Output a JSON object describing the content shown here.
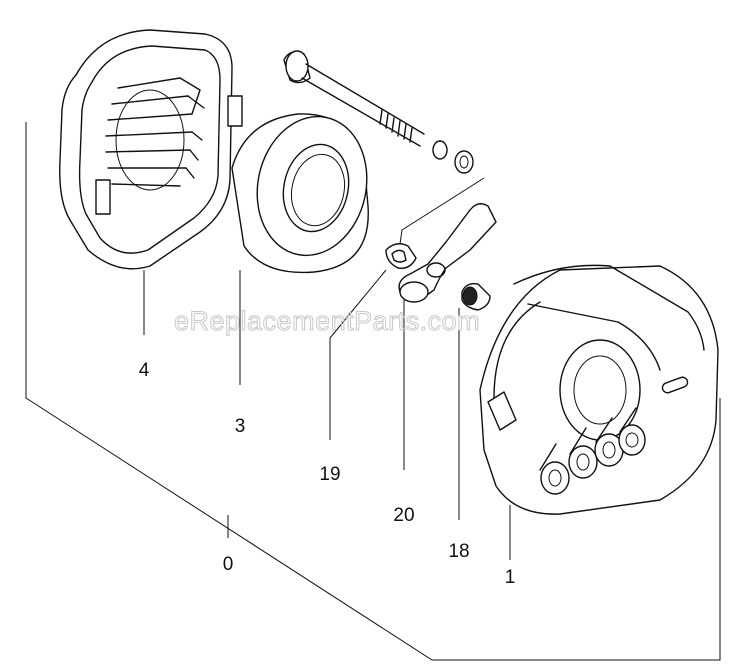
{
  "watermark": "eReplacementParts.com",
  "parts": [
    {
      "id": "part-4",
      "label": "4"
    },
    {
      "id": "part-3",
      "label": "3"
    },
    {
      "id": "part-19",
      "label": "19"
    },
    {
      "id": "part-20",
      "label": "20"
    },
    {
      "id": "part-18",
      "label": "18"
    },
    {
      "id": "part-1",
      "label": "1"
    },
    {
      "id": "part-0",
      "label": "0"
    }
  ]
}
